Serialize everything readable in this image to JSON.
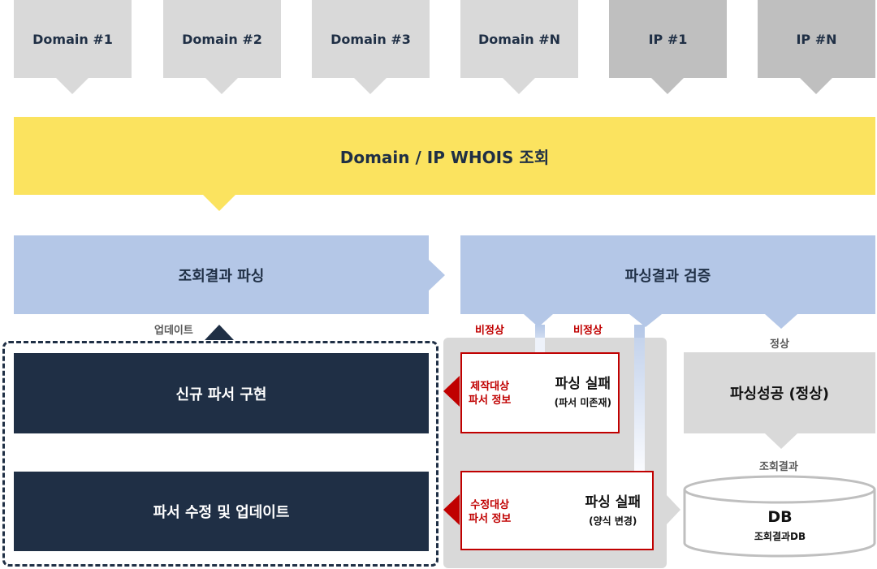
{
  "sources": [
    {
      "label": "Domain #1",
      "type": "domain"
    },
    {
      "label": "Domain #2",
      "type": "domain"
    },
    {
      "label": "Domain #3",
      "type": "domain"
    },
    {
      "label": "Domain #N",
      "type": "domain"
    },
    {
      "label": "IP #1",
      "type": "ip"
    },
    {
      "label": "IP #N",
      "type": "ip"
    }
  ],
  "whois": "Domain / IP WHOIS 조회",
  "parse": "조회결과 파싱",
  "verify": "파싱결과 검증",
  "update_label": "업데이트",
  "abnormal1": "비정상",
  "abnormal2": "비정상",
  "normal": "정상",
  "new_parser": "신규 파서 구현",
  "fix_parser": "파서 수정 및 업데이트",
  "fail1": {
    "side1": "제작대상",
    "side2": "파서 정보",
    "title": "파싱 실패",
    "sub": "(파서 미존재)"
  },
  "fail2": {
    "side1": "수정대상",
    "side2": "파서 정보",
    "title": "파싱 실패",
    "sub": "(양식 변경)"
  },
  "success": "파싱성공 (정상)",
  "result_label": "조회결과",
  "db": {
    "title": "DB",
    "sub": "조회결과DB"
  },
  "colors": {
    "yellow": "#fbe35f",
    "blue": "#b4c7e7",
    "navy": "#1f2f45",
    "red": "#c00000",
    "gray": "#d9d9d9"
  }
}
